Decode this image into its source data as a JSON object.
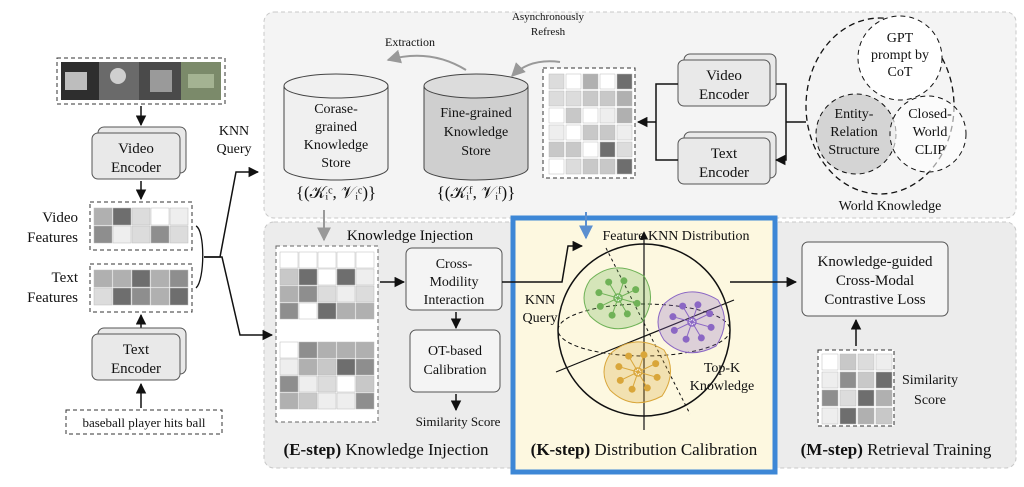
{
  "input": {
    "query_text": "baseball player hits ball",
    "video_encoder": [
      "Video",
      "Encoder"
    ],
    "text_encoder": [
      "Text",
      "Encoder"
    ],
    "video_features": [
      "Video",
      "Features"
    ],
    "text_features": [
      "Text",
      "Features"
    ]
  },
  "knn_query_left": [
    "KNN",
    "Query"
  ],
  "knowledge": {
    "extraction": "Extraction",
    "async_refresh": [
      "Asynchronously",
      "Refresh"
    ],
    "coarse_store": [
      "Corase-",
      "grained",
      "Knowledge",
      "Store"
    ],
    "fine_store": [
      "Fine-grained",
      "Knowledge",
      "Store"
    ],
    "coarse_formula": "{(𝒦ᵢᶜ, 𝒱ᵢᶜ)}",
    "fine_formula": "{(𝒦ᵢᶠ, 𝒱ᵢᶠ)}",
    "video_encoder": [
      "Video",
      "Encoder"
    ],
    "text_encoder": [
      "Text",
      "Encoder"
    ],
    "world": {
      "gpt": [
        "GPT",
        "prompt by",
        "CoT"
      ],
      "entity": [
        "Entity-",
        "Relation",
        "Structure"
      ],
      "clip": [
        "Closed-",
        "World",
        "CLIP"
      ],
      "label": "World Knowledge"
    }
  },
  "estep": {
    "title": "Knowledge Injection",
    "cross": [
      "Cross-",
      "Modility",
      "Interaction"
    ],
    "ot": [
      "OT-based",
      "Calibration"
    ],
    "similarity": "Similarity Score",
    "step_bold": "(E-step)",
    "step_rest": "Knowledge Injection"
  },
  "kstep": {
    "feature_knn": "Feature KNN Distribution",
    "knn_query": [
      "KNN",
      "Query"
    ],
    "topk": [
      "Top-K",
      "Knowledge"
    ],
    "step_bold": "(K-step)",
    "step_rest": "Distribution Calibration"
  },
  "mstep": {
    "loss": [
      "Knowledge-guided",
      "Cross-Modal",
      "Contrastive Loss"
    ],
    "similarity": [
      "Similarity",
      "Score"
    ],
    "step_bold": "(M-step)",
    "step_rest": "Retrieval Training"
  },
  "colors": {
    "highlight_border": "#3d87d6",
    "highlight_fill": "#fdf8e0",
    "green": "#6fb257",
    "purple": "#8b67c4",
    "orange": "#d9a63a"
  }
}
